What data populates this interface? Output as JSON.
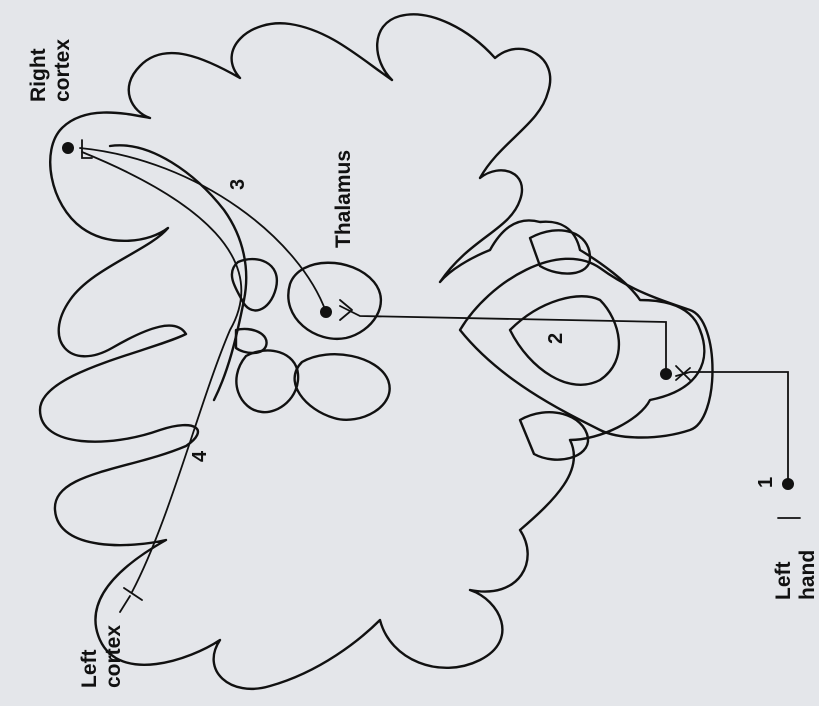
{
  "labels": {
    "right_cortex": [
      "Right",
      "cortex"
    ],
    "thalamus": "Thalamus",
    "left_cortex": [
      "Left",
      "cortex"
    ],
    "left_hand": [
      "Left",
      "hand"
    ]
  },
  "pathway_numbers": [
    "1",
    "2",
    "3",
    "4"
  ],
  "colors": {
    "ink": "#111111",
    "background": "#d9dbdf"
  }
}
